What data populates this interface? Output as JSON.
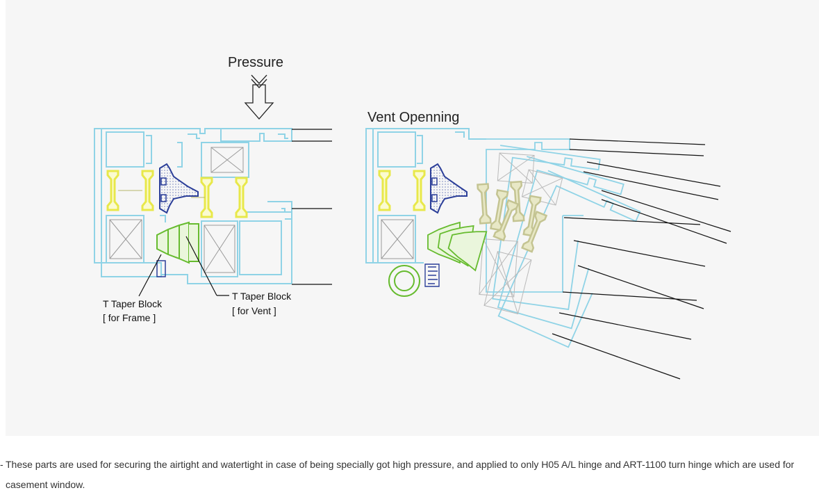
{
  "figure": {
    "left_label": "Pressure",
    "right_label": "Vent Openning",
    "callouts": {
      "frame_block": [
        "T Taper Block",
        "[ for Frame ]"
      ],
      "vent_block": [
        "T Taper Block",
        "[ for Vent ]"
      ]
    },
    "colors": {
      "profile": "#8fd3e6",
      "blade": "#e8e84a",
      "gasket": "#2c3f99",
      "taper_block": "#66bb2e",
      "moving_parts": "#b9b9b9",
      "leader_line": "#111111",
      "panel_bg": "#f6f6f6"
    }
  },
  "caption": {
    "dash": "-",
    "text": "These parts are used for securing the airtight and watertight in case of being specially got high pressure, and applied to only H05 A/L hinge and ART-1100 turn hinge which are used for casement window."
  }
}
